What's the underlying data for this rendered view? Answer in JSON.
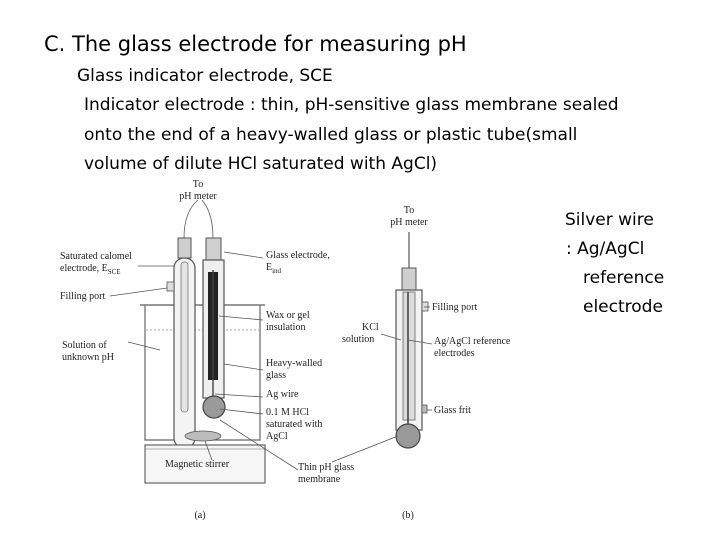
{
  "slide": {
    "heading": "C. The glass electrode for measuring pH",
    "lines": [
      "Glass indicator electrode, SCE",
      "Indicator electrode : thin, pH-sensitive glass membrane sealed",
      "onto the end of a heavy-walled glass or plastic tube(small",
      "volume of dilute HCl saturated with AgCl)"
    ],
    "side_note": [
      "Silver wire",
      ": Ag/AgCl",
      "reference",
      "electrode"
    ]
  },
  "figure_a": {
    "to_ph_meter": [
      "To",
      "pH meter"
    ],
    "sce_label": [
      "Saturated calomel",
      "electrode, E"
    ],
    "sce_sub": "SCE",
    "filling_port": "Filling port",
    "solution": [
      "Solution of",
      "unknown pH"
    ],
    "glass_electrode": [
      "Glass electrode,",
      "E"
    ],
    "glass_sub": "ind",
    "wax": [
      "Wax or gel",
      "insulation"
    ],
    "heavy_walled": [
      "Heavy-walled",
      "glass"
    ],
    "ag_wire": "Ag wire",
    "hcl": [
      "0.1 M HCl",
      "saturated with",
      "AgCl"
    ],
    "stirrer": "Magnetic stirrer",
    "membrane": [
      "Thin pH glass",
      "membrane"
    ],
    "caption": "(a)"
  },
  "figure_b": {
    "to_ph_meter": [
      "To",
      "pH meter"
    ],
    "filling_port": "Filling port",
    "kcl": [
      "KCl",
      "solution"
    ],
    "ref_electrodes": [
      "Ag/AgCl reference",
      "electrodes"
    ],
    "glass_frit": "Glass frit",
    "caption": "(b)"
  }
}
